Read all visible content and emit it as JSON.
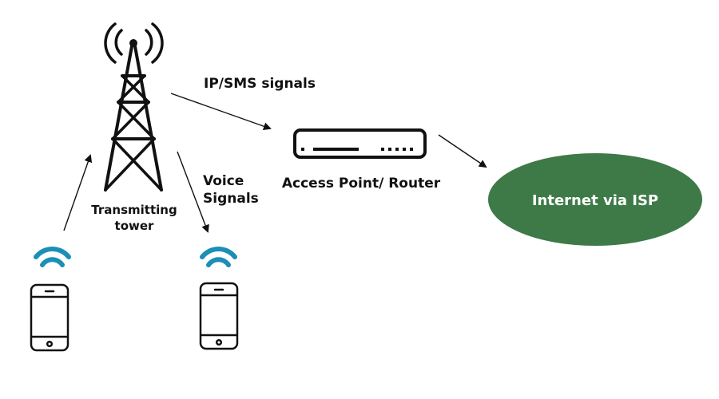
{
  "diagram": {
    "nodes": {
      "tower": {
        "label_line1": "Transmitting",
        "label_line2": "tower",
        "icon": "cell-tower-icon"
      },
      "router": {
        "label": "Access Point/ Router",
        "icon": "router-icon"
      },
      "internet": {
        "label": "Internet via ISP",
        "color": "#3e7a47"
      },
      "phone_left": {
        "icon": "smartphone-icon",
        "signal_icon": "wifi-icon"
      },
      "phone_right": {
        "icon": "smartphone-icon",
        "signal_icon": "wifi-icon"
      }
    },
    "edges": [
      {
        "from": "phone_left",
        "to": "tower",
        "label": ""
      },
      {
        "from": "tower",
        "to": "router",
        "label": "IP/SMS signals"
      },
      {
        "from": "tower",
        "to": "phone_right",
        "label_line1": "Voice",
        "label_line2": "Signals"
      },
      {
        "from": "router",
        "to": "internet",
        "label": ""
      }
    ],
    "colors": {
      "wifi": "#1b8fb5",
      "stroke": "#111111",
      "internet_fill": "#3e7a47",
      "internet_text": "#ffffff"
    }
  }
}
